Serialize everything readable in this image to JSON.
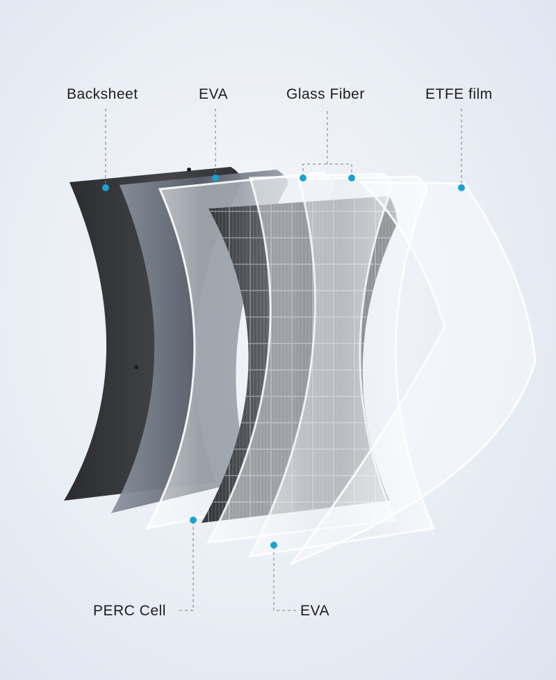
{
  "labels": {
    "backsheet": "Backsheet",
    "eva_top": "EVA",
    "glass_fiber": "Glass Fiber",
    "etfe_film": "ETFE film",
    "perc_cell": "PERC Cell",
    "eva_bottom": "EVA"
  },
  "colors": {
    "marker_dot": "#1aa3cf",
    "leader_line": "#7a7a7a",
    "backsheet": "#3a3b3e",
    "eva": "#6d7480",
    "cell": "#4a4c52"
  }
}
